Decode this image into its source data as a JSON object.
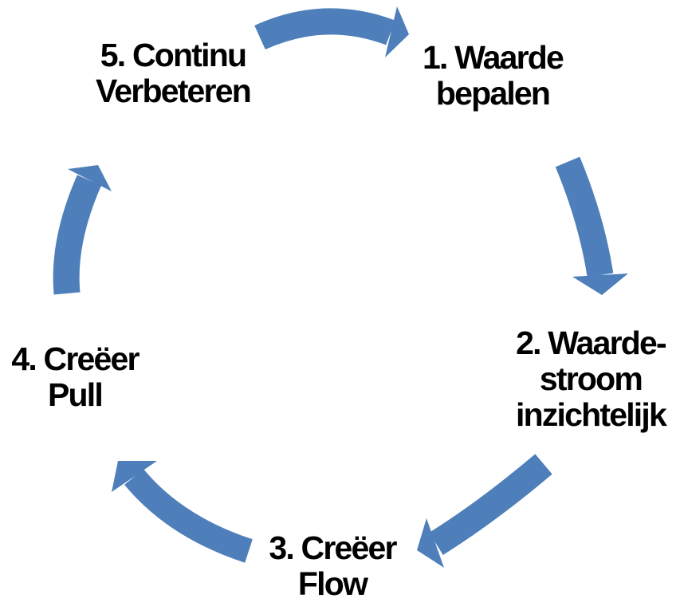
{
  "diagram": {
    "type": "cycle",
    "colors": {
      "arrow": "#4e7fba",
      "text": "#000000",
      "background": "#ffffff"
    },
    "steps": [
      {
        "lines": [
          "1. Waarde",
          "bepalen"
        ]
      },
      {
        "lines": [
          "2. Waarde-",
          "stroom",
          "inzichtelijk"
        ]
      },
      {
        "lines": [
          "3. Creëer",
          "Flow"
        ]
      },
      {
        "lines": [
          "4. Creëer",
          "Pull"
        ]
      },
      {
        "lines": [
          "5. Continu",
          "Verbeteren"
        ]
      }
    ],
    "arrows": [
      {
        "name": "arrow-5-to-1",
        "from": "5",
        "to": "1"
      },
      {
        "name": "arrow-1-to-2",
        "from": "1",
        "to": "2"
      },
      {
        "name": "arrow-2-to-3",
        "from": "2",
        "to": "3"
      },
      {
        "name": "arrow-3-to-4",
        "from": "3",
        "to": "4"
      },
      {
        "name": "arrow-4-to-5",
        "from": "4",
        "to": "5"
      }
    ]
  }
}
